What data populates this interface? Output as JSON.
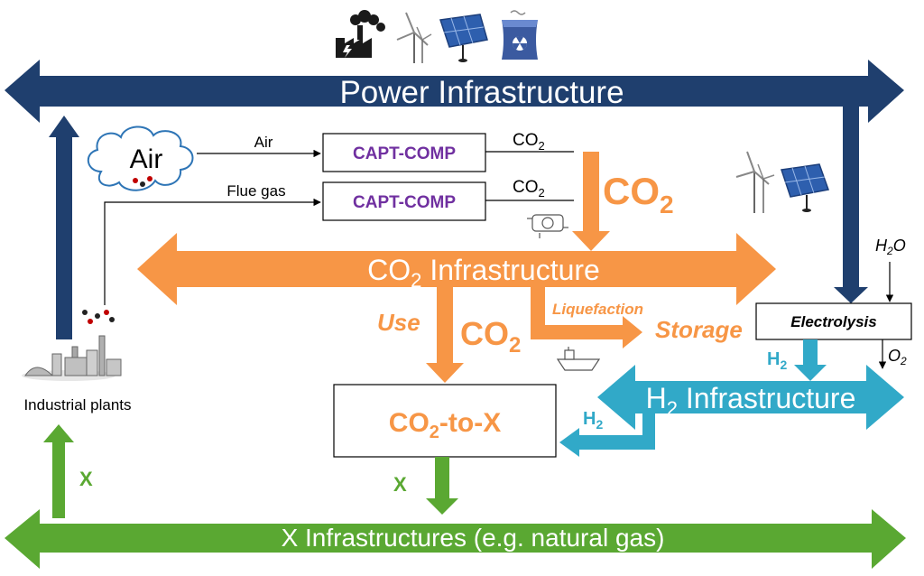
{
  "power_infrastructure": {
    "label": "Power Infrastructure"
  },
  "co2_infrastructure": {
    "label_prefix": "CO",
    "label_sub": "2",
    "label_suffix": " Infrastructure"
  },
  "h2_infrastructure": {
    "label_prefix": "H",
    "label_sub": "2",
    "label_suffix": " Infrastructure"
  },
  "x_infrastructure": {
    "label": "X Infrastructures (e.g. natural gas)"
  },
  "air_source": {
    "label": "Air"
  },
  "capture_units": [
    {
      "label": "CAPT-COMP",
      "input_label": "Air",
      "output_prefix": "CO",
      "output_sub": "2"
    },
    {
      "label": "CAPT-COMP",
      "input_label": "Flue gas",
      "output_prefix": "CO",
      "output_sub": "2"
    }
  ],
  "co2_flow": {
    "prefix": "CO",
    "sub": "2"
  },
  "use_flow": {
    "label": "Use",
    "co2_prefix": "CO",
    "co2_sub": "2"
  },
  "storage_flow": {
    "liquefaction": "Liquefaction",
    "storage": "Storage"
  },
  "industrial_plants": {
    "label": "Industrial plants"
  },
  "electrolysis": {
    "label": "Electrolysis",
    "input": {
      "prefix": "H",
      "sub": "2",
      "suffix": "O"
    },
    "output": {
      "prefix": "O",
      "sub": "2"
    },
    "h2_prefix": "H",
    "h2_sub": "2"
  },
  "co2_to_x": {
    "prefix": "CO",
    "sub": "2",
    "suffix": "-to-X"
  },
  "h2_to_co2x": {
    "prefix": "H",
    "sub": "2"
  },
  "x_flows": {
    "x_up": "X",
    "x_down": "X"
  },
  "colors": {
    "power": "#1f3f6e",
    "co2": "#f79646",
    "h2": "#31a9c8",
    "x": "#5aa832",
    "capt_text": "#7030a0"
  },
  "icons": [
    "factory-icon",
    "wind-turbine-icon",
    "solar-panel-icon",
    "nuclear-plant-icon",
    "heat-exchanger-icon",
    "ship-icon",
    "industrial-plant-icon"
  ]
}
